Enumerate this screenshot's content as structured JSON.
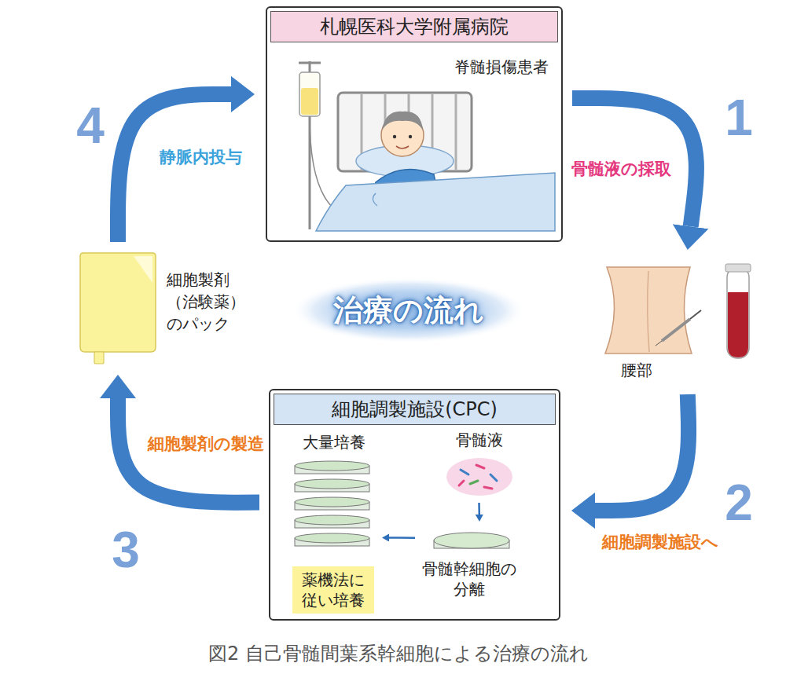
{
  "diagram": {
    "caption": "図2 自己骨髄間葉系幹細胞による治療の流れ",
    "nodes": [
      {
        "text": [
          "札幌医科大学附属病院",
          "脊髄損傷患者"
        ]
      },
      {
        "text": [
          "腰部"
        ]
      },
      {
        "text": [
          "細胞調製施設(CPC)"
        ]
      },
      {
        "text": [
          "骨髄液"
        ],
        "in": 2
      },
      {
        "text": [
          "骨髄幹細胞の 分離"
        ],
        "in": 2
      },
      {
        "text": [
          "大量培養"
        ],
        "in": 2
      },
      {
        "text": [
          "薬機法に 従い培養"
        ],
        "in": 2
      },
      {
        "text": [
          "細胞製剤 （治験薬） のパック"
        ]
      },
      {
        "text": [
          "治療の流れ"
        ]
      }
    ],
    "edges": [
      {
        "from": 0,
        "to": 1,
        "label": "骨髄液の採取",
        "arrow": "to"
      },
      {
        "from": 1,
        "to": 2,
        "label": "細胞調製施設へ",
        "arrow": "to"
      },
      {
        "from": 2,
        "to": 7,
        "label": "細胞製剤の製造",
        "arrow": "to"
      },
      {
        "from": 7,
        "to": 0,
        "label": "静脈内投与",
        "arrow": "to"
      },
      {
        "from": 3,
        "to": 4,
        "arrow": "to"
      },
      {
        "from": 4,
        "to": 5,
        "arrow": "to"
      }
    ],
    "labels": [
      "1",
      "2",
      "3",
      "4"
    ]
  }
}
